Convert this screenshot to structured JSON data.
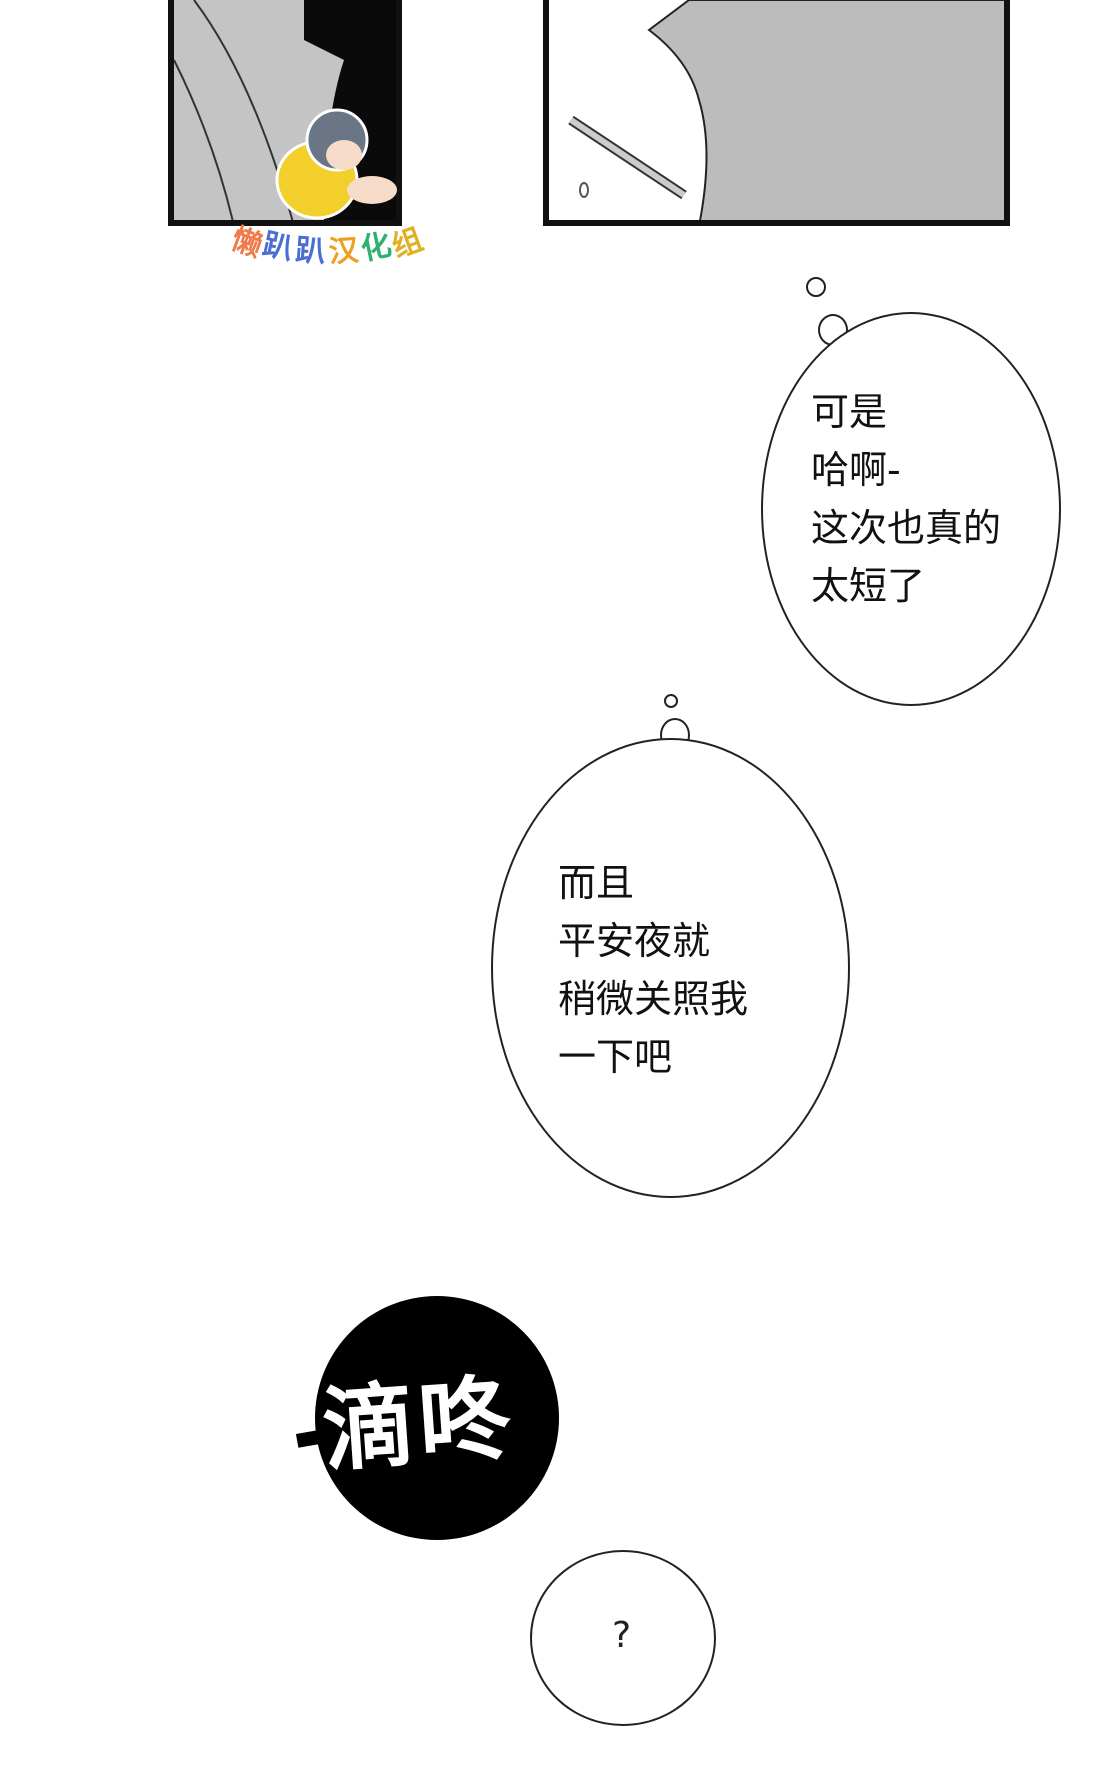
{
  "watermark": {
    "text": "懒趴趴汉化组",
    "colors": [
      "#f07a4a",
      "#4a6fd0",
      "#4a6fd0",
      "#f0a020",
      "#30b070",
      "#e0b020"
    ]
  },
  "bubble1": {
    "lines": [
      "可是",
      "哈啊-",
      "这次也真的",
      "太短了"
    ]
  },
  "bubble2": {
    "lines": [
      "而且",
      "平安夜就",
      "稍微关照我",
      "一下吧"
    ]
  },
  "sfx": {
    "text": "滴咚"
  },
  "bubble3": {
    "text": "?"
  }
}
